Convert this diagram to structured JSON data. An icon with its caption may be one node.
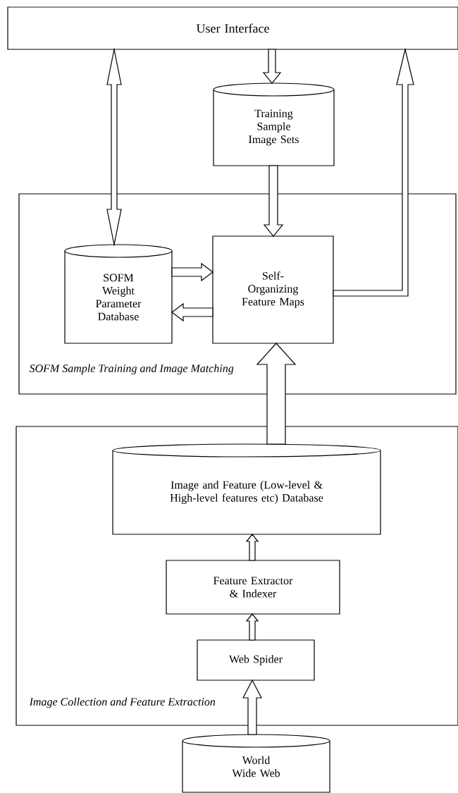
{
  "diagram": {
    "nodes": [
      {
        "text": [
          "User Interface"
        ]
      },
      {
        "text": [
          "Training Sample Image Sets"
        ]
      },
      {
        "text": [
          "SOFM Sample Training and Image Matching"
        ]
      },
      {
        "text": [
          "SOFM Weight Parameter Database"
        ],
        "in": 2
      },
      {
        "text": [
          "Self-Organizing Feature Maps"
        ],
        "in": 2
      },
      {
        "text": [
          "Image Collection and Feature Extraction"
        ]
      },
      {
        "text": [
          "Image and Feature (Low-level & High-level features etc) Database"
        ],
        "in": 5
      },
      {
        "text": [
          "Feature Extractor & Indexer"
        ],
        "in": 5
      },
      {
        "text": [
          "Web Spider"
        ],
        "in": 5
      },
      {
        "text": [
          "World Wide Web"
        ]
      }
    ],
    "edges": [
      {
        "from": 0,
        "to": 3,
        "arrow": "both"
      },
      {
        "from": 0,
        "to": 1,
        "arrow": "to"
      },
      {
        "from": 1,
        "to": 4,
        "arrow": "to"
      },
      {
        "from": 4,
        "to": 0,
        "arrow": "to"
      },
      {
        "from": 3,
        "to": 4,
        "arrow": "to"
      },
      {
        "from": 4,
        "to": 3,
        "arrow": "to"
      },
      {
        "from": 6,
        "to": 4,
        "arrow": "to"
      },
      {
        "from": 7,
        "to": 6,
        "arrow": "to"
      },
      {
        "from": 8,
        "to": 7,
        "arrow": "to"
      },
      {
        "from": 9,
        "to": 8,
        "arrow": "to"
      }
    ]
  }
}
